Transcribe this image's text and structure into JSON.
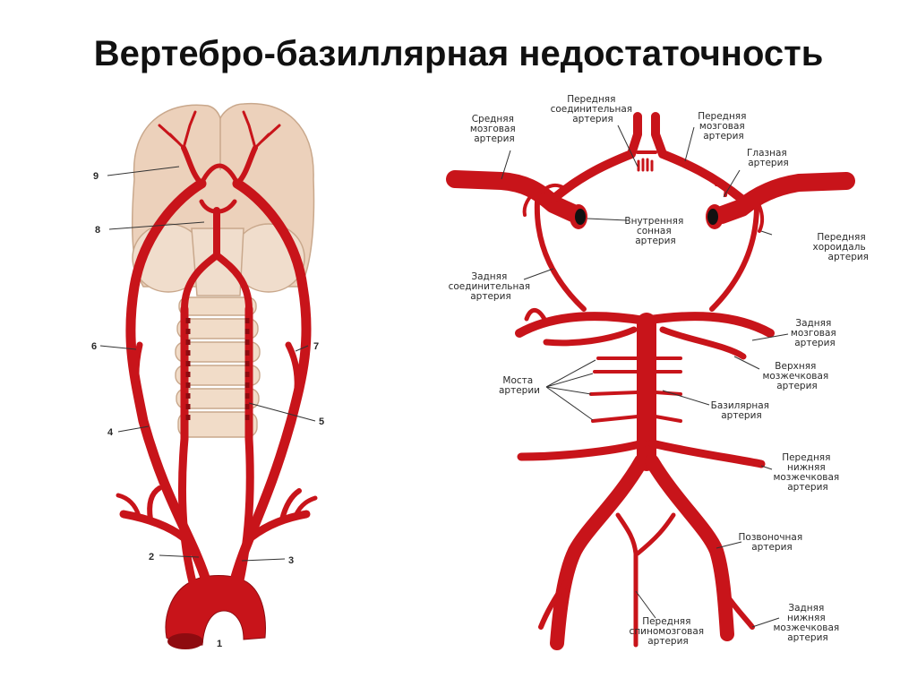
{
  "title": "Вертебро-базиллярная недостаточность",
  "colors": {
    "artery": "#c8141a",
    "artery_dark": "#8e0b10",
    "bone": "#f1dcc8",
    "bone_edge": "#c9a88c",
    "brain": "#ecd1bb"
  },
  "left_figure": {
    "numbers": [
      "1",
      "2",
      "3",
      "4",
      "5",
      "6",
      "7",
      "8",
      "9"
    ]
  },
  "right_figure": {
    "labels": {
      "anterior_communicating": [
        "Передняя",
        "соединительная",
        "артерия"
      ],
      "middle_cerebral": [
        "Средняя",
        "мозговая",
        "артерия"
      ],
      "anterior_cerebral": [
        "Передняя",
        "мозговая",
        "артерия"
      ],
      "ophthalmic": [
        "Глазная",
        "артерия"
      ],
      "internal_carotid": [
        "Внутренняя",
        "сонная",
        "артерия"
      ],
      "anterior_choroidal": [
        "Передняя",
        "хороидаль",
        "артерия"
      ],
      "posterior_communicating": [
        "Задняя",
        "соединительная",
        "артерия"
      ],
      "posterior_cerebral": [
        "Задняя",
        "мозговая",
        "артерия"
      ],
      "superior_cerebellar": [
        "Верхняя",
        "мозжечковая",
        "артерия"
      ],
      "pontine": [
        "Моста",
        "артерии"
      ],
      "basilar": [
        "Базилярная",
        "артерия"
      ],
      "anterior_inferior_cerebellar": [
        "Передняя",
        "нижняя",
        "мозжечковая",
        "артерия"
      ],
      "vertebral": [
        "Позвоночная",
        "артерия"
      ],
      "posterior_inferior_cerebellar": [
        "Задняя",
        "нижняя",
        "мозжечковая",
        "артерия"
      ],
      "anterior_spinal": [
        "Передняя",
        "спиномозговая",
        "артерия"
      ]
    }
  }
}
